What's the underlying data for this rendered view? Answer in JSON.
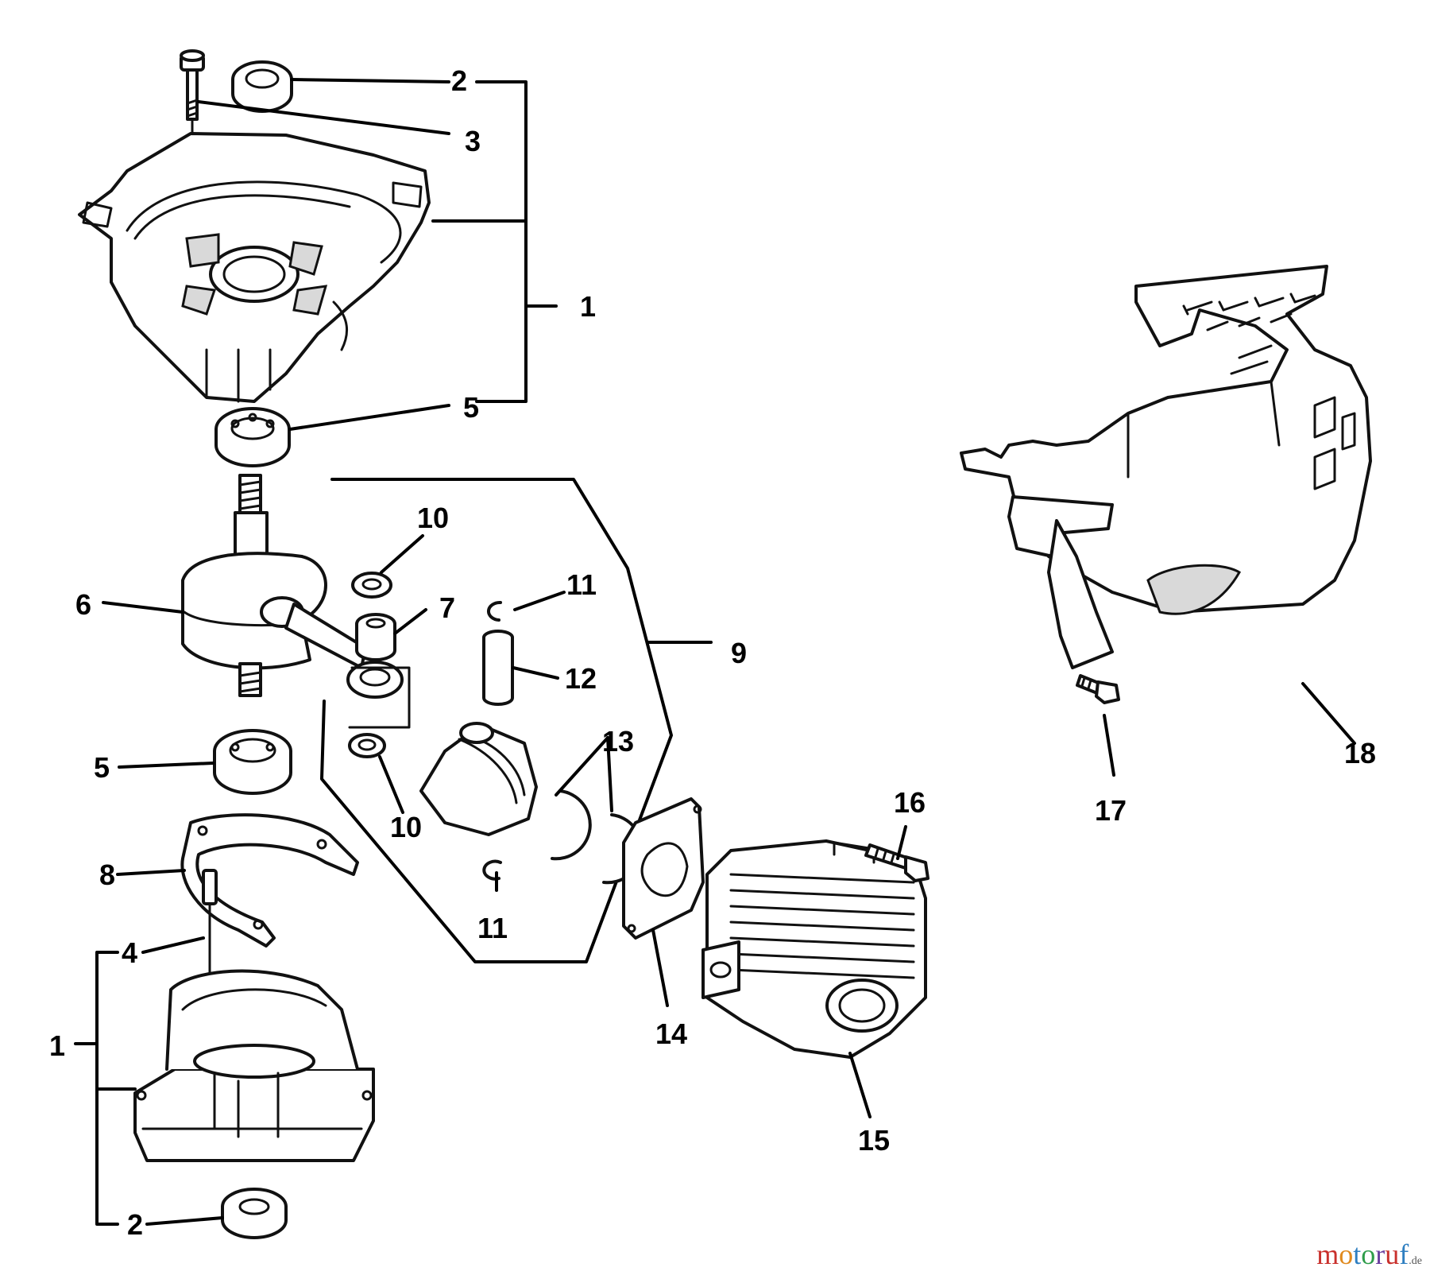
{
  "callouts": {
    "c1a": "1",
    "c1b": "1",
    "c2a": "2",
    "c2b": "2",
    "c3": "3",
    "c4": "4",
    "c5a": "5",
    "c5b": "5",
    "c6": "6",
    "c7": "7",
    "c8": "8",
    "c9": "9",
    "c10a": "10",
    "c10b": "10",
    "c11a": "11",
    "c11b": "11",
    "c12": "12",
    "c13": "13",
    "c14": "14",
    "c15": "15",
    "c16": "16",
    "c17": "17",
    "c18": "18"
  },
  "watermark": {
    "letters": [
      "m",
      "o",
      "t",
      "o",
      "r",
      "u",
      "f"
    ],
    "letter_colors": [
      "#c9302c",
      "#e08a1e",
      "#2f7fc1",
      "#2e9c4a",
      "#6a3fa0",
      "#c9302c",
      "#2f7fc1"
    ],
    "suffix": ".de"
  }
}
